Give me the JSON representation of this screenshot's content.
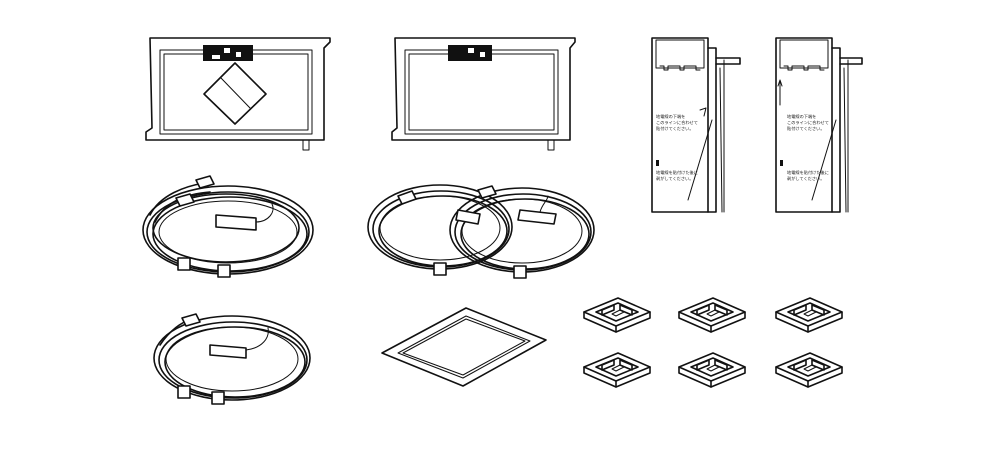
{
  "figure": {
    "parts": [
      {
        "id": "film-antenna-large",
        "kind": "film antenna (large)"
      },
      {
        "id": "film-antenna-small",
        "kind": "film antenna (small)"
      },
      {
        "id": "element-sheet-right",
        "kind": "antenna element sheet"
      },
      {
        "id": "element-sheet-left",
        "kind": "antenna element sheet"
      },
      {
        "id": "antenna-cable-pair",
        "kind": "antenna cable (2-wire)"
      },
      {
        "id": "antenna-cable-double",
        "kind": "antenna cables (2)"
      },
      {
        "id": "antenna-cable-single",
        "kind": "antenna cable (1)"
      },
      {
        "id": "cleaning-sheet",
        "kind": "cleaning sheet"
      },
      {
        "id": "cord-clamps",
        "kind": "cord clamps",
        "count": 6
      }
    ],
    "sheet_text": {
      "line1": "地電線の下端を",
      "line2": "このラインに合わせて",
      "line3": "貼付けてください。",
      "line4": "地電線を貼付けた後に",
      "line5": "剥がしてください。"
    }
  }
}
